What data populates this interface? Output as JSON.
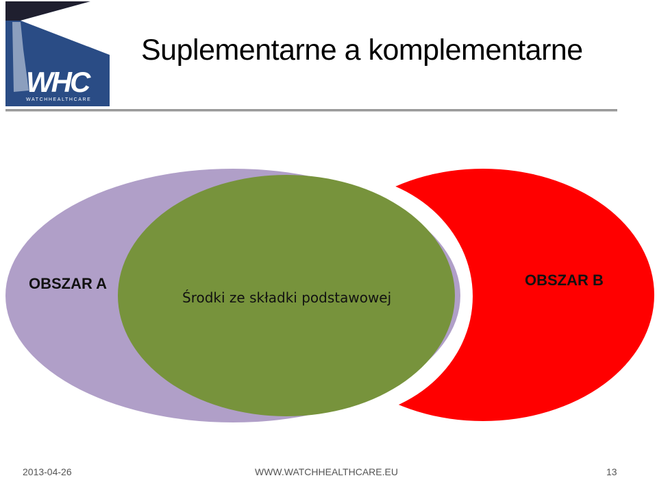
{
  "slide": {
    "title": "Suplementarne a komplementarne",
    "logo": {
      "text": "WATCHHEALTHCARE",
      "mark": "WHC"
    }
  },
  "diagram": {
    "area_a": "OBSZAR A",
    "area_b": "OBSZAR B",
    "center": "Środki ze składki podstawowej",
    "colors": {
      "area_a": "#b09fc8",
      "area_b": "#ff0000",
      "center": "#77933c"
    }
  },
  "footer": {
    "date": "2013-04-26",
    "url": "WWW.WATCHHEALTHCARE.EU",
    "page": "13"
  }
}
